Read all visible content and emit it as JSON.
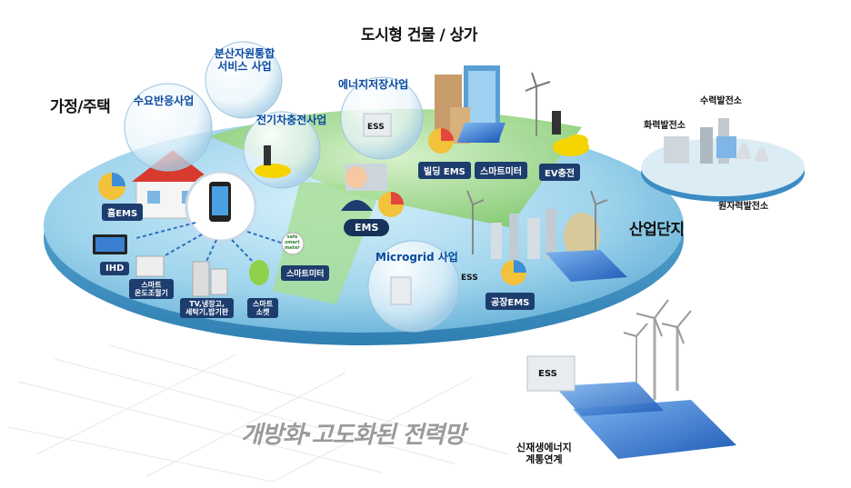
{
  "titles": {
    "urban": "도시형 건물 / 상가",
    "home": "가정/주택",
    "industrial": "산업단지",
    "bottom": "개방화·고도화된 전력망"
  },
  "bubbles": {
    "demand_response": "수요반응사업",
    "distributed": "분산자원통합\n서비스 사업",
    "ev_charging": "전기차충전사업",
    "energy_storage": "에너지저장사업",
    "microgrid": "Microgrid 사업"
  },
  "labels": {
    "home_ems": "홈EMS",
    "ihd": "IHD",
    "smart_thermostat": "스마트\n온도조절기",
    "tv_fridge": "TV,냉장고,\n세탁기,밥기판",
    "smart_socket": "스마트\n소켓",
    "smart_meter_home": "스마트미터",
    "building_ems": "빌딩 EMS",
    "smart_meter_building": "스마트미터",
    "ev_charge": "EV충전",
    "ems": "EMS",
    "factory_ems": "공장EMS",
    "ess_a": "ESS",
    "ess_b": "ESS",
    "ess_c": "ESS",
    "hydro": "수력발전소",
    "thermal": "화력발전소",
    "nuclear": "원자력발전소",
    "renewable": "신재생에너지\n계통연계",
    "meter_text": "safe\nsmart\nmeter"
  },
  "colors": {
    "disc_blue": "#8fcbe6",
    "disc_green": "#9fd98a",
    "disc_edge": "#5aa6cf",
    "dark_navy": "#1d3d6e",
    "bubble_text": "#0a4aa0"
  }
}
